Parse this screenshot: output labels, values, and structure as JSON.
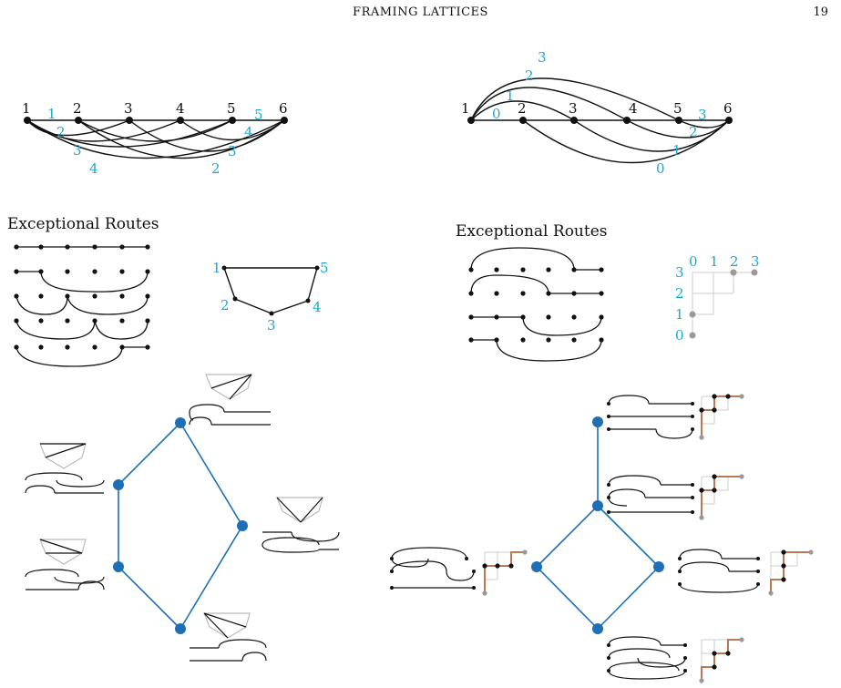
{
  "header": {
    "title": "FRAMING LATTICES",
    "page_number": "19"
  },
  "left_panel": {
    "exceptional_routes_label": "Exceptional Routes",
    "vertex_labels": [
      "1",
      "2",
      "3",
      "4",
      "5",
      "6"
    ],
    "edge_labels": [
      "1",
      "2",
      "3",
      "4",
      "5",
      "4",
      "3",
      "2"
    ],
    "pentagon_labels": [
      "1",
      "2",
      "3",
      "4",
      "5"
    ]
  },
  "right_panel": {
    "exceptional_routes_label": "Exceptional Routes",
    "vertex_labels": [
      "1",
      "2",
      "3",
      "4",
      "5",
      "6"
    ],
    "edge_labels": [
      "3",
      "2",
      "1",
      "0",
      "3",
      "2",
      "1",
      "0"
    ],
    "staircase_top_labels": [
      "0",
      "1",
      "2",
      "3"
    ],
    "staircase_side_labels": [
      "3",
      "2",
      "1",
      "0"
    ]
  },
  "colors": {
    "label_cyan": "#1aa7d8",
    "lattice_blue": "#1f6fb5",
    "brown": "#b87a55",
    "gray": "#999999"
  }
}
